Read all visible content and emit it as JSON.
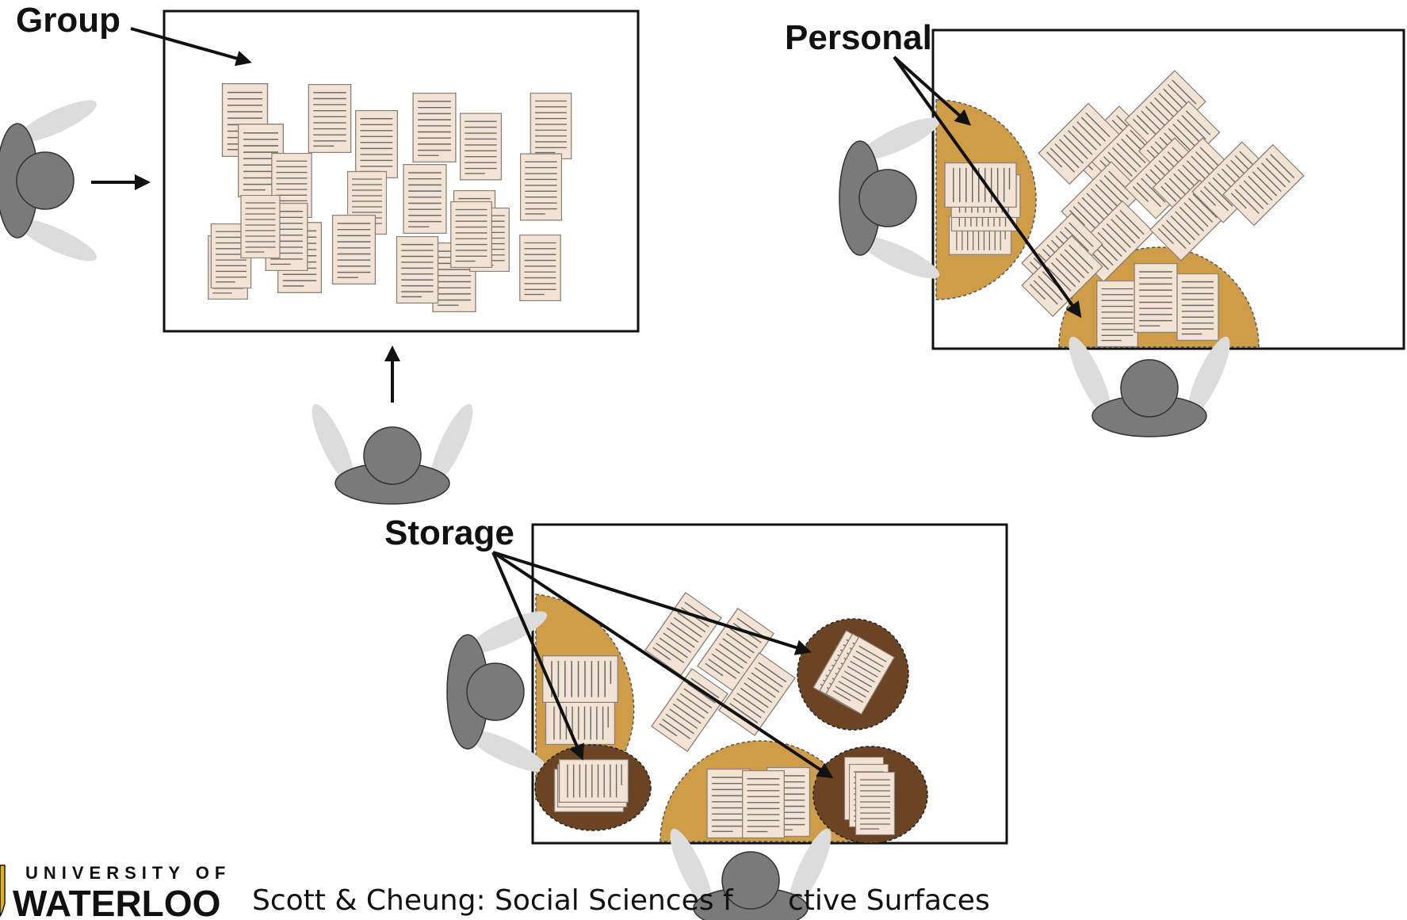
{
  "labels": {
    "group": "Group",
    "personal": "Personal",
    "storage": "Storage"
  },
  "footer": {
    "university_prefix": "UNIVERSITY OF",
    "university_name": "WATERLOO",
    "caption_left": "Scott & Cheung: Social Sciences f",
    "caption_right": "ctive Surfaces"
  },
  "icons": {
    "document": "document-icon",
    "person": "person-icon",
    "arrow": "arrow-icon"
  },
  "colors": {
    "paper_fill": "#f2e3d5",
    "paper_stroke": "#8a8078",
    "paper_lines": "#6a6a6a",
    "personal_territory": "#cf9c48",
    "storage_territory": "#6b4523",
    "person": "#7a7a7a",
    "arm": "#dcdcdc",
    "outline": "#111111"
  }
}
